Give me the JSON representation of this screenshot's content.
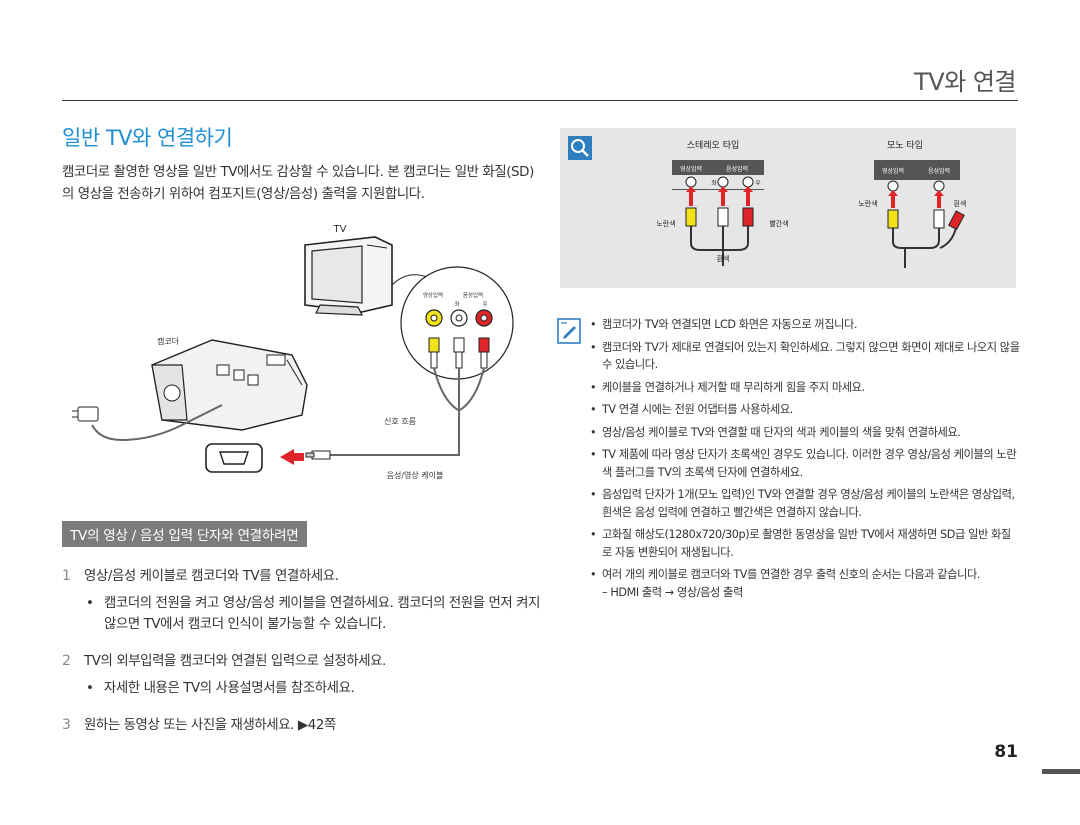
{
  "header": {
    "chapter_title": "TV와 연결"
  },
  "section": {
    "title": "일반 TV와 연결하기",
    "intro": "캠코더로 촬영한 영상을 일반 TV에서도 감상할 수 있습니다. 본 캠코더는 일반 화질(SD)의 영상을 전송하기 위하여 컴포지트(영상/음성) 출력을 지원합니다."
  },
  "diagram": {
    "tv_label": "TV",
    "camcorder_label": "캠코더",
    "port_label_video": "영상입력",
    "port_label_audio": "음성입력",
    "port_left": "좌",
    "port_right": "우",
    "signal_flow_label": "신호 흐름",
    "cable_label": "음성/영상 케이블"
  },
  "sub_heading": "TV의 영상 / 음성 입력 단자와 연결하려면",
  "steps": [
    {
      "num": "1",
      "text": "영상/음성 케이블로 캠코더와 TV를 연결하세요.",
      "sub": [
        "캠코더의 전원을 켜고 영상/음성 케이블을 연결하세요. 캠코더의 전원을 먼저 켜지 않으면 TV에서 캠코더 인식이 불가능할 수 있습니다."
      ]
    },
    {
      "num": "2",
      "text": "TV의 외부입력을 캠코더와 연결된 입력으로 설정하세요.",
      "sub": [
        "자세한 내용은 TV의 사용설명서를 참조하세요."
      ]
    },
    {
      "num": "3",
      "text": "원하는 동영상 또는 사진을 재생하세요. ▶42쪽",
      "sub": []
    }
  ],
  "note_box": {
    "stereo_title": "스테레오 타입",
    "mono_title": "모노 타입",
    "video_in": "영상입력",
    "audio_in": "음성입력",
    "left": "좌",
    "right": "우",
    "yellow": "노란색",
    "red": "빨간색",
    "white": "흰색"
  },
  "notes": [
    "캠코더가 TV와 연결되면 LCD 화면은 자동으로 꺼집니다.",
    "캠코더와 TV가 제대로 연결되어 있는지 확인하세요. 그렇지 않으면 화면이 제대로 나오지 않을 수 있습니다.",
    "케이블을 연결하거나 제거할 때 무리하게 힘을 주지 마세요.",
    "TV 연결 시에는 전원 어댑터를 사용하세요.",
    "영상/음성 케이블로 TV와 연결할 때 단자의 색과 케이블의 색을 맞춰 연결하세요.",
    "TV 제품에 따라 영상 단자가 초록색인 경우도 있습니다. 이러한 경우 영상/음성 케이블의 노란색 플러그를 TV의 초록색 단자에 연결하세요.",
    "음성입력 단자가 1개(모노 입력)인 TV와 연결할 경우 영상/음성 케이블의 노란색은 영상입력, 흰색은 음성 입력에 연결하고 빨간색은 연결하지 않습니다.",
    "고화질 해상도(1280x720/30p)로 촬영한 동영상을 일반 TV에서 재생하면 SD급 일반 화질로 자동 변환되어 재생됩니다.",
    "여러 개의 케이블로 캠코더와 TV를 연결한 경우 출력 신호의 순서는 다음과 같습니다."
  ],
  "notes_tail": "– HDMI 출력 → 영상/음성 출력",
  "footer": {
    "page_number": "81"
  },
  "colors": {
    "accent_blue": "#1f8fd1",
    "heading_bg": "#7c7c7c",
    "note_box_bg": "#e6e6e6",
    "plug_yellow": "#f2e21a",
    "plug_red": "#e0252a",
    "arrow_red": "#e0252a"
  }
}
